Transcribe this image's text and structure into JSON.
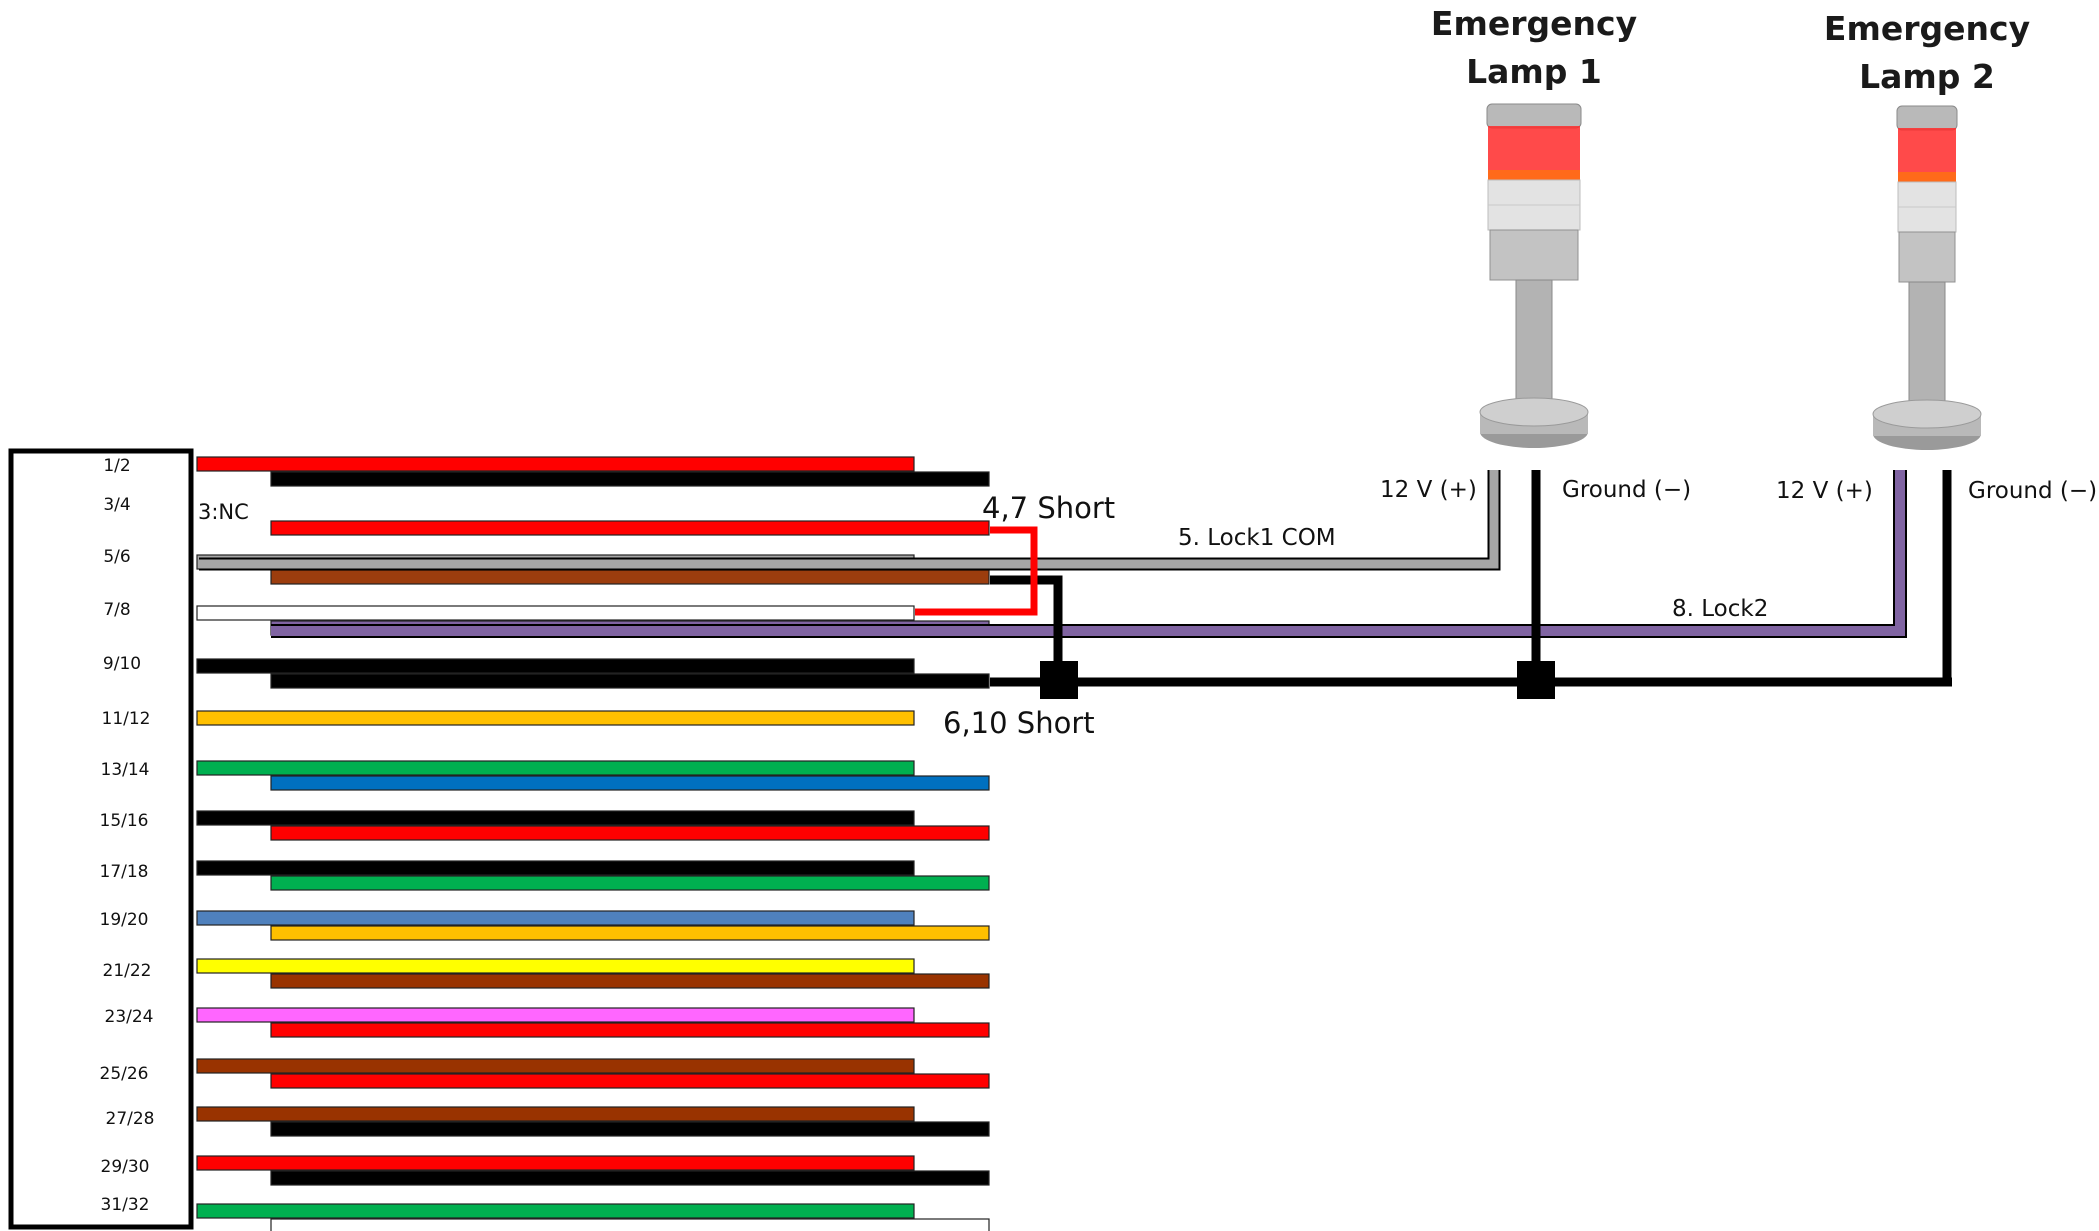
{
  "connector": {
    "pins": [
      "1/2",
      "3/4",
      "5/6",
      "7/8",
      "9/10",
      "11/12",
      "13/14",
      "15/16",
      "17/18",
      "19/20",
      "21/22",
      "23/24",
      "25/26",
      "27/28",
      "29/30",
      "31/32"
    ],
    "nc_note": "3:NC"
  },
  "wire_pairs": [
    {
      "odd": "#ff0000",
      "even": "#000000"
    },
    {
      "odd": null,
      "even": "#ff0000"
    },
    {
      "odd": "#a6a6a6",
      "even": "#9c3d0e"
    },
    {
      "odd": "#ffffff",
      "even": "#8064a2"
    },
    {
      "odd": "#000000",
      "even": "#000000"
    },
    {
      "odd": "#ffc000",
      "even": null
    },
    {
      "odd": "#00b050",
      "even": "#0070c0"
    },
    {
      "odd": "#000000",
      "even": "#ff0000"
    },
    {
      "odd": "#000000",
      "even": "#00b050"
    },
    {
      "odd": "#4f81bd",
      "even": "#ffc000"
    },
    {
      "odd": "#ffff00",
      "even": "#993300"
    },
    {
      "odd": "#ff66ff",
      "even": "#ff0000"
    },
    {
      "odd": "#993300",
      "even": "#ff0000"
    },
    {
      "odd": "#993300",
      "even": "#000000"
    },
    {
      "odd": "#ff0000",
      "even": "#000000"
    },
    {
      "odd": "#00b050",
      "even": "#ffffff"
    }
  ],
  "annotations": {
    "short_4_7": "4,7 Short",
    "short_6_10": "6,10 Short",
    "lock1": "5. Lock1 COM",
    "lock2": "8. Lock2"
  },
  "lamps": [
    {
      "title_line1": "Emergency",
      "title_line2": "Lamp 1",
      "plus_label": "12 V (+)",
      "ground_label": "Ground (−)"
    },
    {
      "title_line1": "Emergency",
      "title_line2": "Lamp 2",
      "plus_label": "12 V (+)",
      "ground_label": "Ground (−)"
    }
  ],
  "colors": {
    "short_wire": "#ff0000",
    "ground_wire": "#000000",
    "lock1_wire": "#a6a6a6",
    "lock2_wire": "#8064a2",
    "lamp_red": "#ff2a2a"
  }
}
